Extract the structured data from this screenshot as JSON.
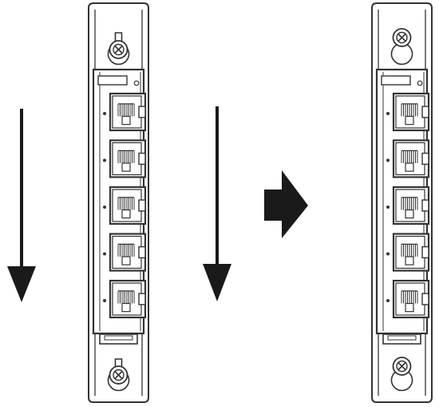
{
  "figure": {
    "step1": {
      "arrows": [
        "arrow-down-icon",
        "arrow-down-icon"
      ],
      "switch": {
        "ports": 5,
        "keyhole_screws": [
          "top",
          "bottom"
        ]
      }
    },
    "transition": {
      "icon": "arrow-right-icon",
      "color": "#1a1a1a"
    },
    "step2": {
      "switch": {
        "ports": 5,
        "keyhole_screws": [
          "top",
          "bottom"
        ]
      }
    },
    "colors": {
      "stroke": "#333333",
      "fill": "#ffffff",
      "arrow": "#1a1a1a"
    }
  }
}
